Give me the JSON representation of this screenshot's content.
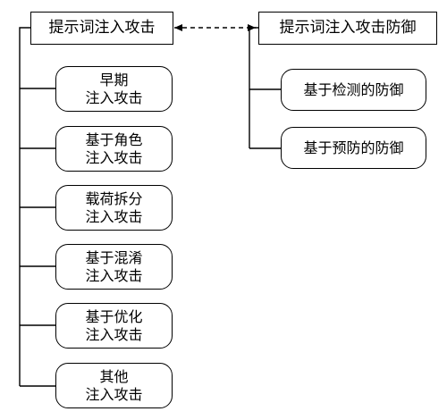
{
  "attack_root": "提示词注入攻击",
  "defense_root": "提示词注入攻击防御",
  "attack_types": [
    {
      "line1": "早期",
      "line2": "注入攻击"
    },
    {
      "line1": "基于角色",
      "line2": "注入攻击"
    },
    {
      "line1": "载荷拆分",
      "line2": "注入攻击"
    },
    {
      "line1": "基于混淆",
      "line2": "注入攻击"
    },
    {
      "line1": "基于优化",
      "line2": "注入攻击"
    },
    {
      "line1": "其他",
      "line2": "注入攻击"
    }
  ],
  "defense_types": [
    {
      "label": "基于检测的防御"
    },
    {
      "label": "基于预防的防御"
    }
  ]
}
